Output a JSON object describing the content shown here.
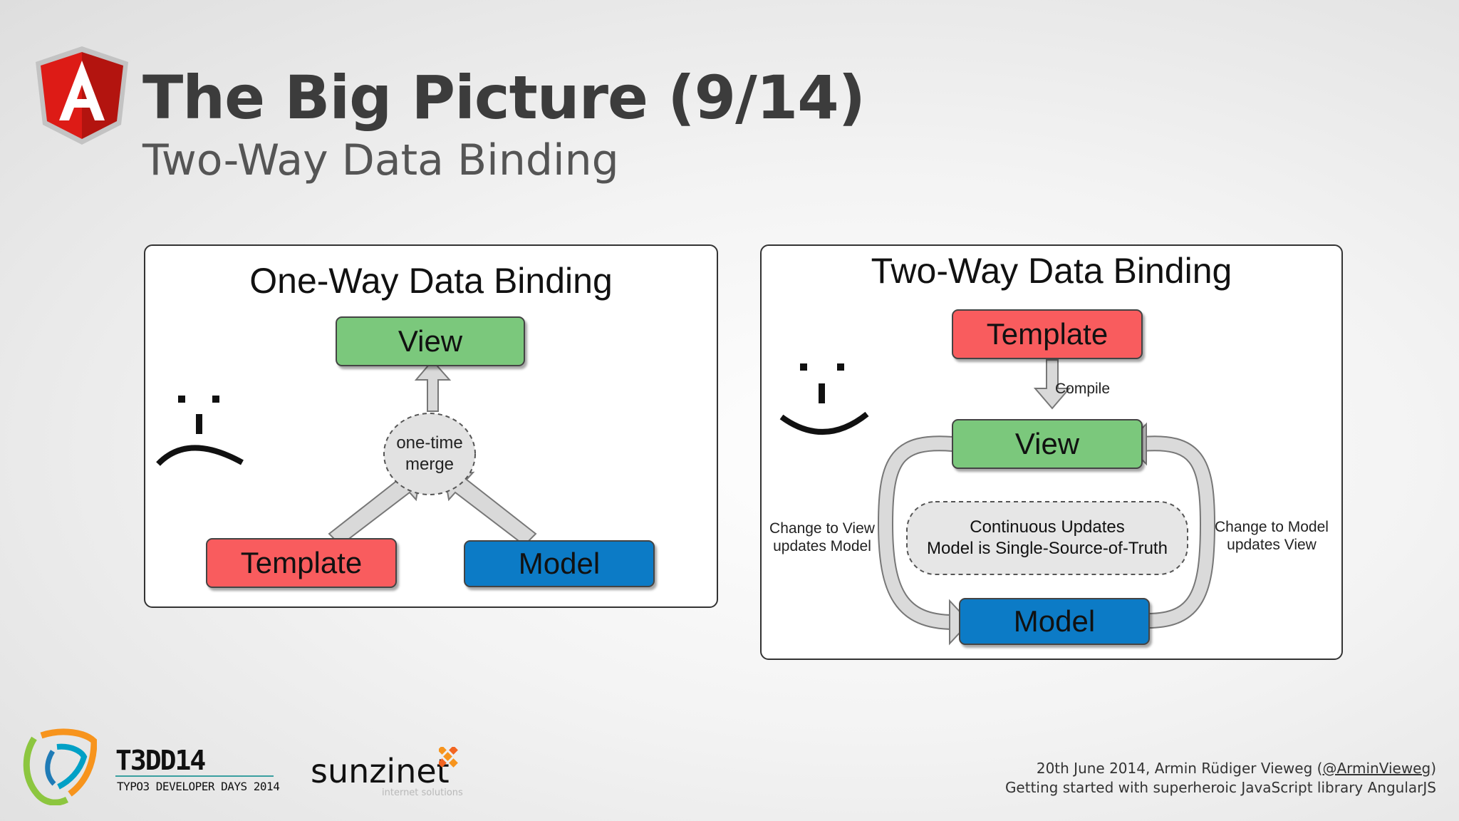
{
  "slide": {
    "logo_letter": "A",
    "title": "The Big Picture (9/14)",
    "subtitle": "Two-Way Data Binding"
  },
  "one_way": {
    "title": "One-Way Data Binding",
    "view": "View",
    "template": "Template",
    "model": "Model",
    "merge_line1": "one-time",
    "merge_line2": "merge",
    "face": "sad"
  },
  "two_way": {
    "title": "Two-Way Data Binding",
    "template": "Template",
    "compile": "Compile",
    "view": "View",
    "model": "Model",
    "continuous_line1": "Continuous Updates",
    "continuous_line2": "Model is Single-Source-of-Truth",
    "left_line1": "Change to View",
    "left_line2": "updates Model",
    "right_line1": "Change to Model",
    "right_line2": "updates View",
    "face": "happy"
  },
  "footer": {
    "event_name": "T3DD14",
    "event_sub": "TYPO3 DEVELOPER DAYS 2014",
    "sponsor": "sunzinet",
    "sponsor_tag": "internet solutions",
    "line1_prefix": "20th June 2014, Armin Rüdiger Vieweg (",
    "line1_handle": "@ArminVieweg",
    "line1_suffix": ")",
    "line2": "Getting started with superheroic JavaScript library AngularJS"
  },
  "colors": {
    "view": "#7bc87c",
    "template": "#f95c5e",
    "model": "#0c7bc6",
    "angular_red": "#dd1b16",
    "title_gray": "#3c3c3c"
  }
}
